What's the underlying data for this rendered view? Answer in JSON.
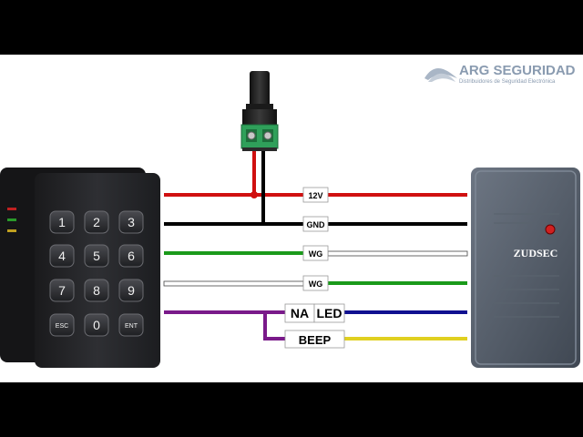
{
  "brand": {
    "name": "ARG SEGURIDAD",
    "tagline": "Distribuidores de Seguridad Electrónica",
    "color": "#8a9bb0"
  },
  "keypad": {
    "keys": [
      "1",
      "2",
      "3",
      "4",
      "5",
      "6",
      "7",
      "8",
      "9",
      "ESC",
      "0",
      "ENT"
    ]
  },
  "reader": {
    "brand": "ZUDSEC"
  },
  "wires": [
    {
      "label": "12V",
      "left_color": "#d01010",
      "right_color": "#d01010"
    },
    {
      "label": "GND",
      "left_color": "#000000",
      "right_color": "#000000"
    },
    {
      "label": "WG",
      "left_color": "#1a9a1a",
      "right_color": "#ffffff"
    },
    {
      "label": "WG",
      "left_color": "#ffffff",
      "right_color": "#1a9a1a"
    },
    {
      "label_left": "NA",
      "label_right": "LED",
      "left_color": "#7a1a8a",
      "right_color": "#101090"
    },
    {
      "label": "BEEP",
      "left_color": "#7a1a8a",
      "right_color": "#e0d020"
    }
  ]
}
